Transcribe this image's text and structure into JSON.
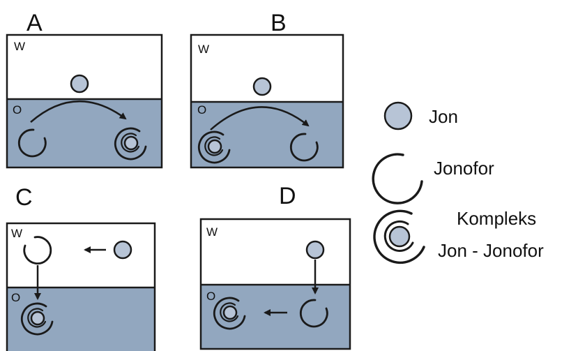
{
  "panels": [
    {
      "letter": "A",
      "water_label": "W",
      "oil_label": "O"
    },
    {
      "letter": "B",
      "water_label": "W",
      "oil_label": "O"
    },
    {
      "letter": "C",
      "water_label": "W",
      "oil_label": "O"
    },
    {
      "letter": "D",
      "water_label": "W",
      "oil_label": "O"
    }
  ],
  "legend": {
    "ion": "Jon",
    "ionophore": "Jonofor",
    "complex_line1": "Kompleks",
    "complex_line2": "Jon - Jonofor"
  },
  "colors": {
    "oil_phase": "#92a7bf",
    "ion_fill": "#b7c4d6",
    "stroke": "#1a1a1a"
  }
}
